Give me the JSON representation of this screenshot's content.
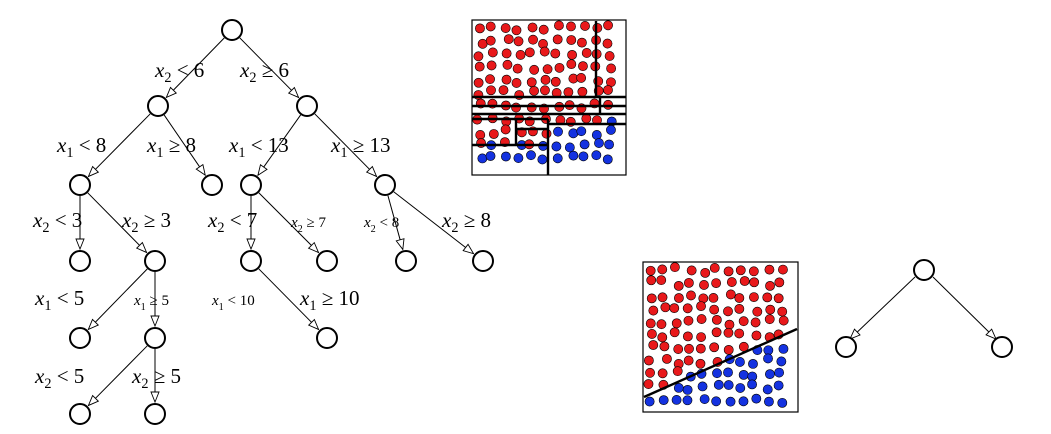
{
  "colors": {
    "class_a": "#e8191b",
    "class_b": "#1432e0"
  },
  "deep_tree": {
    "labels": [
      {
        "var": "x",
        "sub": "2",
        "op": "<",
        "val": "6"
      },
      {
        "var": "x",
        "sub": "2",
        "op": "≥",
        "val": "6"
      },
      {
        "var": "x",
        "sub": "1",
        "op": "<",
        "val": "8"
      },
      {
        "var": "x",
        "sub": "1",
        "op": "≥",
        "val": "8"
      },
      {
        "var": "x",
        "sub": "1",
        "op": "<",
        "val": "13"
      },
      {
        "var": "x",
        "sub": "1",
        "op": "≥",
        "val": "13"
      },
      {
        "var": "x",
        "sub": "2",
        "op": "<",
        "val": "3"
      },
      {
        "var": "x",
        "sub": "2",
        "op": "≥",
        "val": "3"
      },
      {
        "var": "x",
        "sub": "2",
        "op": "<",
        "val": "7"
      },
      {
        "var": "x",
        "sub": "2",
        "op": "≥",
        "val": "7"
      },
      {
        "var": "x",
        "sub": "2",
        "op": "<",
        "val": "8"
      },
      {
        "var": "x",
        "sub": "2",
        "op": "≥",
        "val": "8"
      },
      {
        "var": "x",
        "sub": "1",
        "op": "<",
        "val": "5"
      },
      {
        "var": "x",
        "sub": "1",
        "op": "≥",
        "val": "5"
      },
      {
        "var": "x",
        "sub": "1",
        "op": "<",
        "val": "10"
      },
      {
        "var": "x",
        "sub": "1",
        "op": "≥",
        "val": "10"
      },
      {
        "var": "x",
        "sub": "2",
        "op": "<",
        "val": "5"
      },
      {
        "var": "x",
        "sub": "2",
        "op": "≥",
        "val": "5"
      }
    ]
  },
  "shallow_tree": {
    "labels": []
  }
}
